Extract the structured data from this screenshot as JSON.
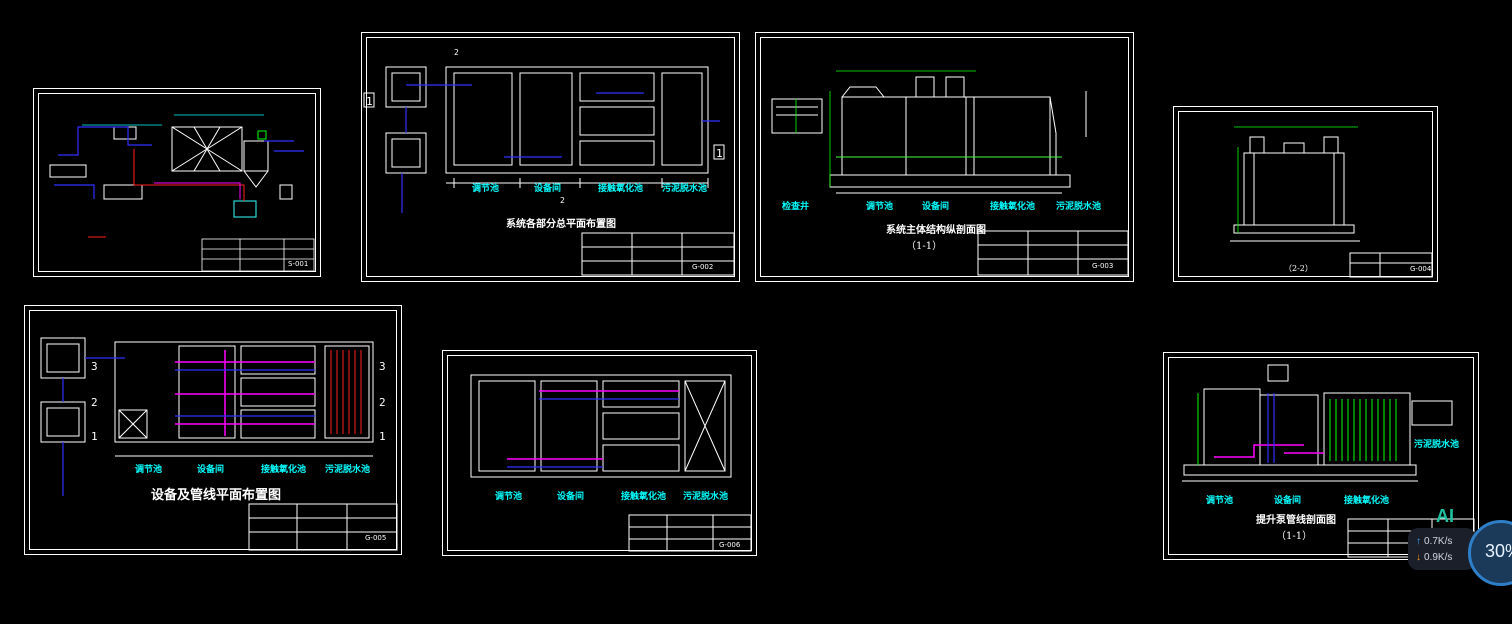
{
  "sheets": {
    "s1": {
      "drawing_no": "S-001"
    },
    "s2": {
      "title": "系统各部分总平面布置图",
      "drawing_no": "G-002",
      "tank_labels": [
        "调节池",
        "设备间",
        "接触氧化池",
        "污泥脱水池"
      ]
    },
    "s3": {
      "title": "系统主体结构纵剖面图",
      "subtitle": "（1-1）",
      "drawing_no": "G-003",
      "tank_labels": [
        "检查井",
        "调节池",
        "设备间",
        "接触氧化池",
        "污泥脱水池"
      ]
    },
    "s4": {
      "subtitle": "（2-2）",
      "drawing_no": "G-004"
    },
    "s5": {
      "title": "设备及管线平面布置图",
      "drawing_no": "G-005",
      "tank_labels": [
        "调节池",
        "设备间",
        "接触氧化池",
        "污泥脱水池"
      ]
    },
    "s6": {
      "drawing_no": "G-006",
      "tank_labels": [
        "调节池",
        "设备间",
        "接触氧化池",
        "污泥脱水池"
      ]
    },
    "s7": {
      "title": "提升泵管线剖面图",
      "subtitle": "（1-1）",
      "tank_labels": [
        "调节池",
        "设备间",
        "接触氧化池"
      ],
      "side_label": "污泥脱水池"
    }
  },
  "overlay": {
    "ai_badge": "AI",
    "upload_speed": "0.7K/s",
    "download_speed": "0.9K/s",
    "cpu_percent": "30%"
  }
}
